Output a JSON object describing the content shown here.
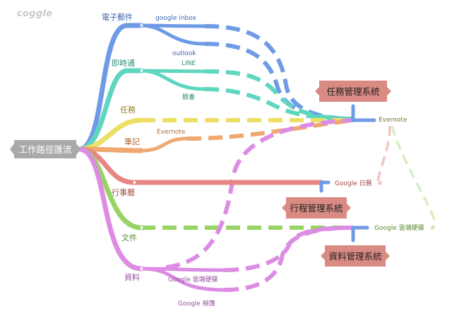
{
  "app": {
    "logo": "coggle"
  },
  "root": {
    "label": "工作路徑匯流"
  },
  "branches": {
    "email": {
      "label": "電子郵件",
      "color": "#6f9be6",
      "children": [
        "google inbox",
        "outlook"
      ]
    },
    "im": {
      "label": "即時通",
      "color": "#5fd6bf",
      "children": [
        "LINE",
        "臉書"
      ]
    },
    "tasks": {
      "label": "任務",
      "color": "#ecdf63"
    },
    "notes": {
      "label": "筆記",
      "color": "#eea870",
      "children": [
        "Evernote"
      ]
    },
    "calendar": {
      "label": "行事曆",
      "color": "#e88686"
    },
    "files": {
      "label": "文件",
      "color": "#98d463"
    },
    "data": {
      "label": "資料",
      "color": "#dd8ce3",
      "children": [
        "Google 雲端硬碟",
        "Google 相簿"
      ]
    }
  },
  "systems": {
    "task": {
      "label": "任務管理系統",
      "target": "Evernote"
    },
    "schedule": {
      "label": "行程管理系統",
      "target": "Google 日曆",
      "hash": "#"
    },
    "data": {
      "label": "資料管理系統",
      "target": "Google 雲端硬碟",
      "hash": "#"
    }
  }
}
